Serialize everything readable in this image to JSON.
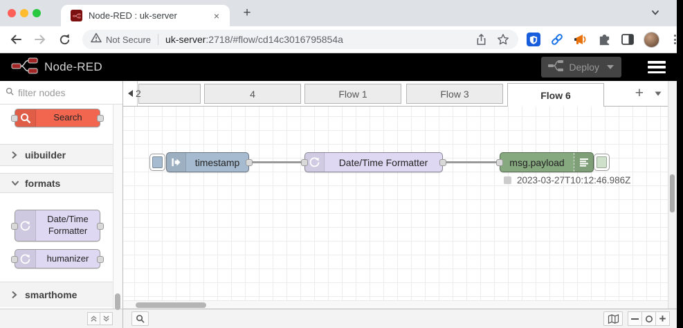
{
  "browser": {
    "tab_title": "Node-RED : uk-server",
    "close_glyph": "×",
    "new_tab_glyph": "+",
    "url": {
      "security_label": "Not Secure",
      "host": "uk-server",
      "path": ":2718/#flow/cd14c3016795854a"
    }
  },
  "header": {
    "app_name": "Node-RED",
    "deploy_label": "Deploy"
  },
  "palette": {
    "filter_placeholder": "filter nodes",
    "search_node_label": "Search",
    "categories": [
      {
        "label": "uibuilder",
        "state": "collapsed"
      },
      {
        "label": "formats",
        "state": "expanded",
        "nodes": [
          {
            "label": "Date/Time Formatter"
          },
          {
            "label": "humanizer"
          }
        ]
      },
      {
        "label": "smarthome",
        "state": "collapsed"
      }
    ]
  },
  "tabs": {
    "items": [
      {
        "label": "2"
      },
      {
        "label": "4"
      },
      {
        "label": "Flow 1"
      },
      {
        "label": "Flow 3"
      },
      {
        "label": "Flow 6",
        "active": true
      }
    ],
    "add_glyph": "+"
  },
  "canvas": {
    "nodes": {
      "inject_label": "timestamp",
      "formatter_label": "Date/Time Formatter",
      "debug_label": "msg.payload"
    },
    "debug_status": "2023-03-27T10:12:46.986Z"
  },
  "footer": {
    "zoom_out": "−",
    "zoom_in": "+"
  },
  "colors": {
    "inject": "#a6bbcf",
    "formatter": "#ded8f2",
    "debug": "#87a980",
    "search": "#f2654e",
    "wire": "#999999",
    "header_bg": "#000000",
    "deploy_bg": "#444444"
  }
}
